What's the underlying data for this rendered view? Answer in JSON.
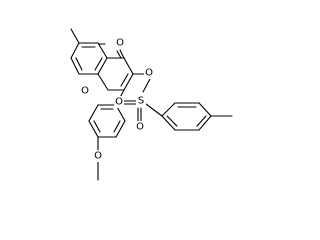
{
  "structure": {
    "atom_labels": {
      "ketone_oxygen": "O",
      "ring_oxygen": "O",
      "ester_oxygen": "O",
      "sulfur": "S",
      "sulfonyl_oxygen_upper": "O",
      "sulfonyl_oxygen_lower": "O",
      "methoxy_oxygen": "O"
    },
    "colors": {
      "bond": "#000000",
      "label": "#000000",
      "background": "#ffffff"
    }
  }
}
